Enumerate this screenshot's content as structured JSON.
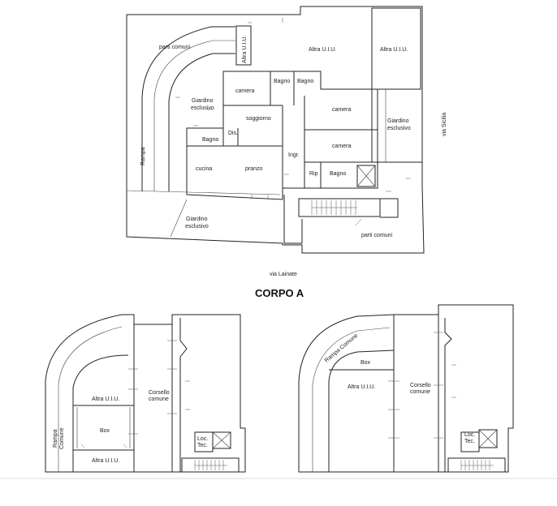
{
  "corpo_a": {
    "title": "CORPO A",
    "labels": {
      "parti_comuni_top": "parti comuni",
      "altra_uiu_strip": "Altra U.I.U.",
      "altra_uiu_center": "Altra U.I.U.",
      "altra_uiu_right": "Altra U.I.U.",
      "giardino_left_1": "Giardino",
      "giardino_left_2": "esclusivo",
      "camera_left": "camera",
      "bagno_top_1": "Bagno",
      "bagno_top_2": "Bagno",
      "soggiorno": "soggiorno",
      "dis": "Dis.",
      "bagno_left": "Bagno",
      "cucina": "cucina",
      "pranzo": "pranzo",
      "camera_right_1": "camera",
      "camera_right_2": "camera",
      "giardino_right_1": "Giardino",
      "giardino_right_2": "esclusivo",
      "via_sicilia": "via Sicilia",
      "rampa": "Rampa",
      "ingr": "Ingr.",
      "rip": "Rip",
      "bagno_right": "Bagno",
      "giardino_bottom_1": "Giardino",
      "giardino_bottom_2": "esclusivo",
      "parti_comuni_bottom": "parti comuni",
      "via_lainate": "via Lainate"
    }
  },
  "basement_left": {
    "labels": {
      "altra_uiu_top": "Altra U.I.U.",
      "corsello_1": "Corsello",
      "corsello_2": "comune",
      "box": "Box",
      "altra_uiu_bottom": "Altra U.I.U.",
      "rampa_1": "Rampa",
      "rampa_2": "Comune",
      "loc_tec_1": "Loc.",
      "loc_tec_2": "Tec."
    }
  },
  "basement_right": {
    "labels": {
      "rampa_comune": "Rampa Comune",
      "box": "Box",
      "altra_uiu": "Altra U.I.U.",
      "corsello_1": "Corsello",
      "corsello_2": "comune",
      "loc_tec_1": "Loc.",
      "loc_tec_2": "Tec."
    }
  }
}
